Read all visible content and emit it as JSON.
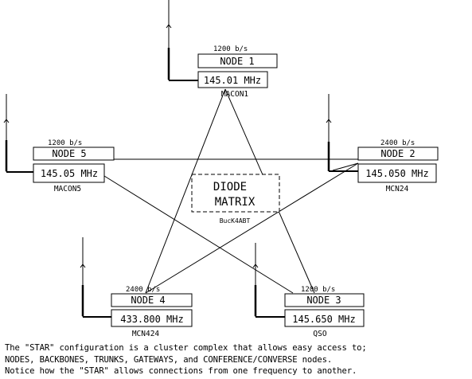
{
  "nodes": [
    {
      "id": "node1",
      "name": "NODE 1",
      "rate": "1200 b/s",
      "freq": "145.01 MHz",
      "callsign": "MACON1"
    },
    {
      "id": "node2",
      "name": "NODE 2",
      "rate": "2400 b/s",
      "freq": "145.050 MHz",
      "callsign": "MCN24"
    },
    {
      "id": "node3",
      "name": "NODE 3",
      "rate": "1200 b/s",
      "freq": "145.650 MHz",
      "callsign": "QSO"
    },
    {
      "id": "node4",
      "name": "NODE 4",
      "rate": "2400 b/s",
      "freq": "433.800 MHz",
      "callsign": "MCN424"
    },
    {
      "id": "node5",
      "name": "NODE 5",
      "rate": "1200 b/s",
      "freq": "145.05 MHz",
      "callsign": "MACON5"
    }
  ],
  "matrix": {
    "line1": "DIODE",
    "line2": "MATRIX",
    "credit": "BucK4ABT"
  },
  "caption": [
    "The \"STAR\" configuration is a cluster complex that allows easy access to;",
    "NODES, BACKBONES, TRUNKS, GATEWAYS, and CONFERENCE/CONVERSE nodes.",
    "Notice how the \"STAR\" allows connections from one frequency to another."
  ]
}
